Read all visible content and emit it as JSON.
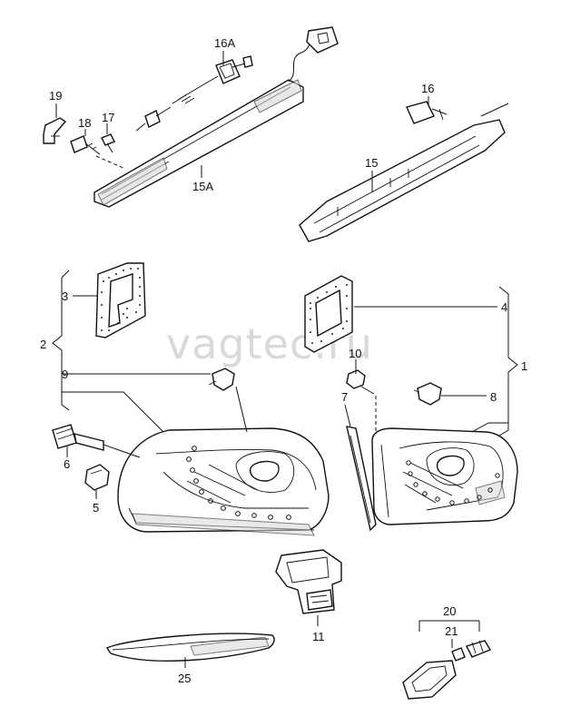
{
  "watermark": "vagtec.ru",
  "labels": {
    "p16A": "16A",
    "p19": "19",
    "p18": "18",
    "p17": "17",
    "p15A": "15A",
    "p16": "16",
    "p15": "15",
    "p3": "3",
    "p2": "2",
    "p9": "9",
    "p4": "4",
    "p1": "1",
    "p10": "10",
    "p8": "8",
    "p7": "7",
    "p6": "6",
    "p5": "5",
    "p11": "11",
    "p20": "20",
    "p21": "21",
    "p25": "25"
  }
}
